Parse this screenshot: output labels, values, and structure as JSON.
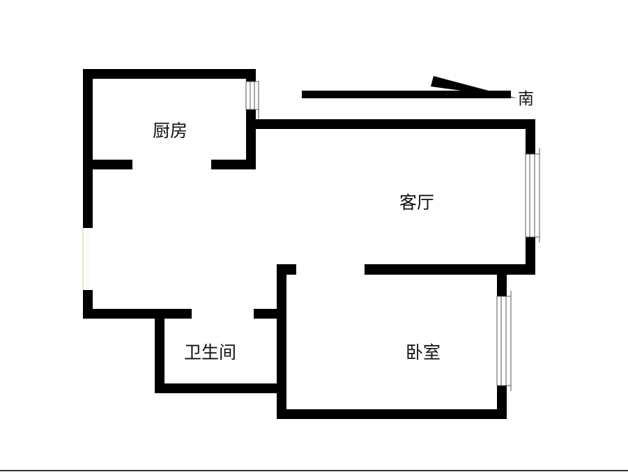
{
  "colors": {
    "wall": "#000000",
    "background": "#ffffff",
    "window_frame": "#555555",
    "window_fill": "#ffffff",
    "text": "#111111"
  },
  "compass": {
    "label": "南",
    "arrow_icon": "direction-arrow-icon"
  },
  "rooms": {
    "kitchen": "厨房",
    "living_room": "客厅",
    "bathroom": "卫生间",
    "bedroom": "卧室"
  }
}
